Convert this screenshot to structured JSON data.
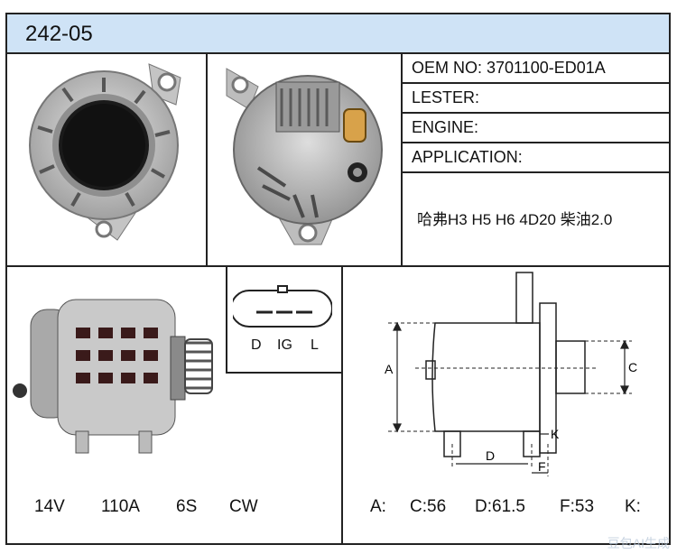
{
  "header": {
    "title": "242-05"
  },
  "specs": {
    "oem": "OEM NO: 3701100-ED01A",
    "lester": "LESTER:",
    "engine": "ENGINE:",
    "application": "APPLICATION:",
    "application_value": "哈弗H3 H5 H6 4D20 柴油2.0"
  },
  "connector": {
    "pins": [
      "D",
      "IG",
      "L"
    ]
  },
  "electrical": {
    "voltage": "14V",
    "current": "110A",
    "pulley": "6S",
    "rotation": "CW"
  },
  "dimensions": {
    "a": "A:",
    "c": "C:56",
    "d": "D:61.5",
    "f": "F:53",
    "k": "K:"
  },
  "diagram_labels": {
    "a": "A",
    "c": "C",
    "d": "D",
    "f": "F",
    "k": "K"
  },
  "watermark": "豆包AI生成",
  "colors": {
    "header_bg": "#cfe3f6",
    "border": "#222222",
    "metal": "#b9b9b9"
  }
}
